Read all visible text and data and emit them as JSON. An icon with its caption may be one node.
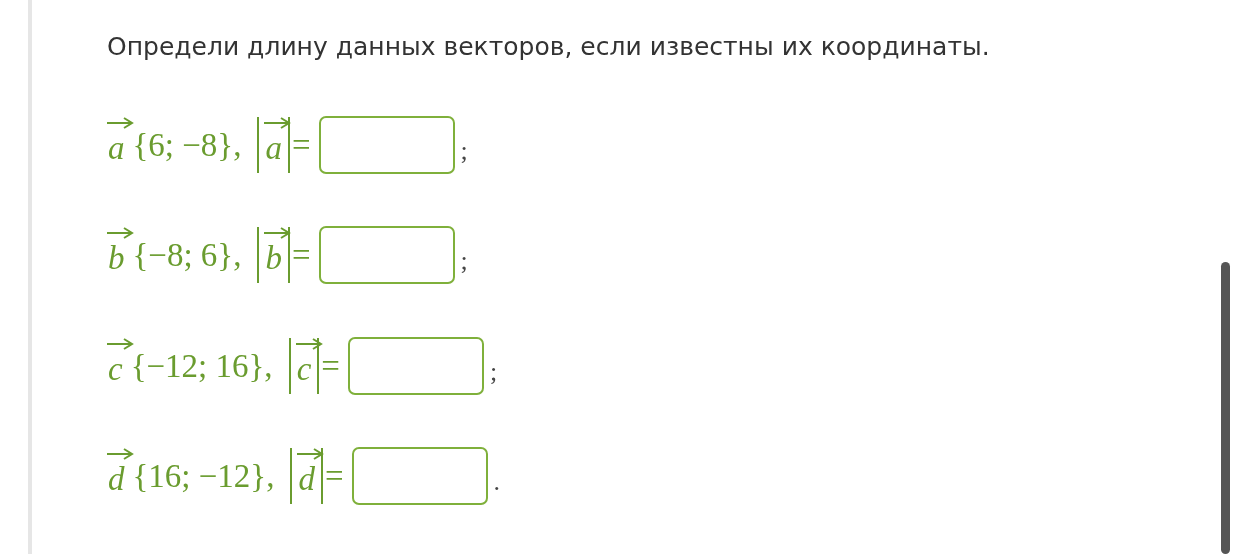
{
  "diagram": {
    "title": "Определи длину данных векторов, если известны их координаты.",
    "labels": [
      "a",
      "{6; −8},",
      "a",
      "=",
      ";",
      "b",
      "{−8; 6},",
      "b",
      "=",
      ";",
      "c",
      "{−12; 16},",
      "c",
      "=",
      ";",
      "d",
      "{16; −12},",
      "d",
      "=",
      "."
    ]
  }
}
